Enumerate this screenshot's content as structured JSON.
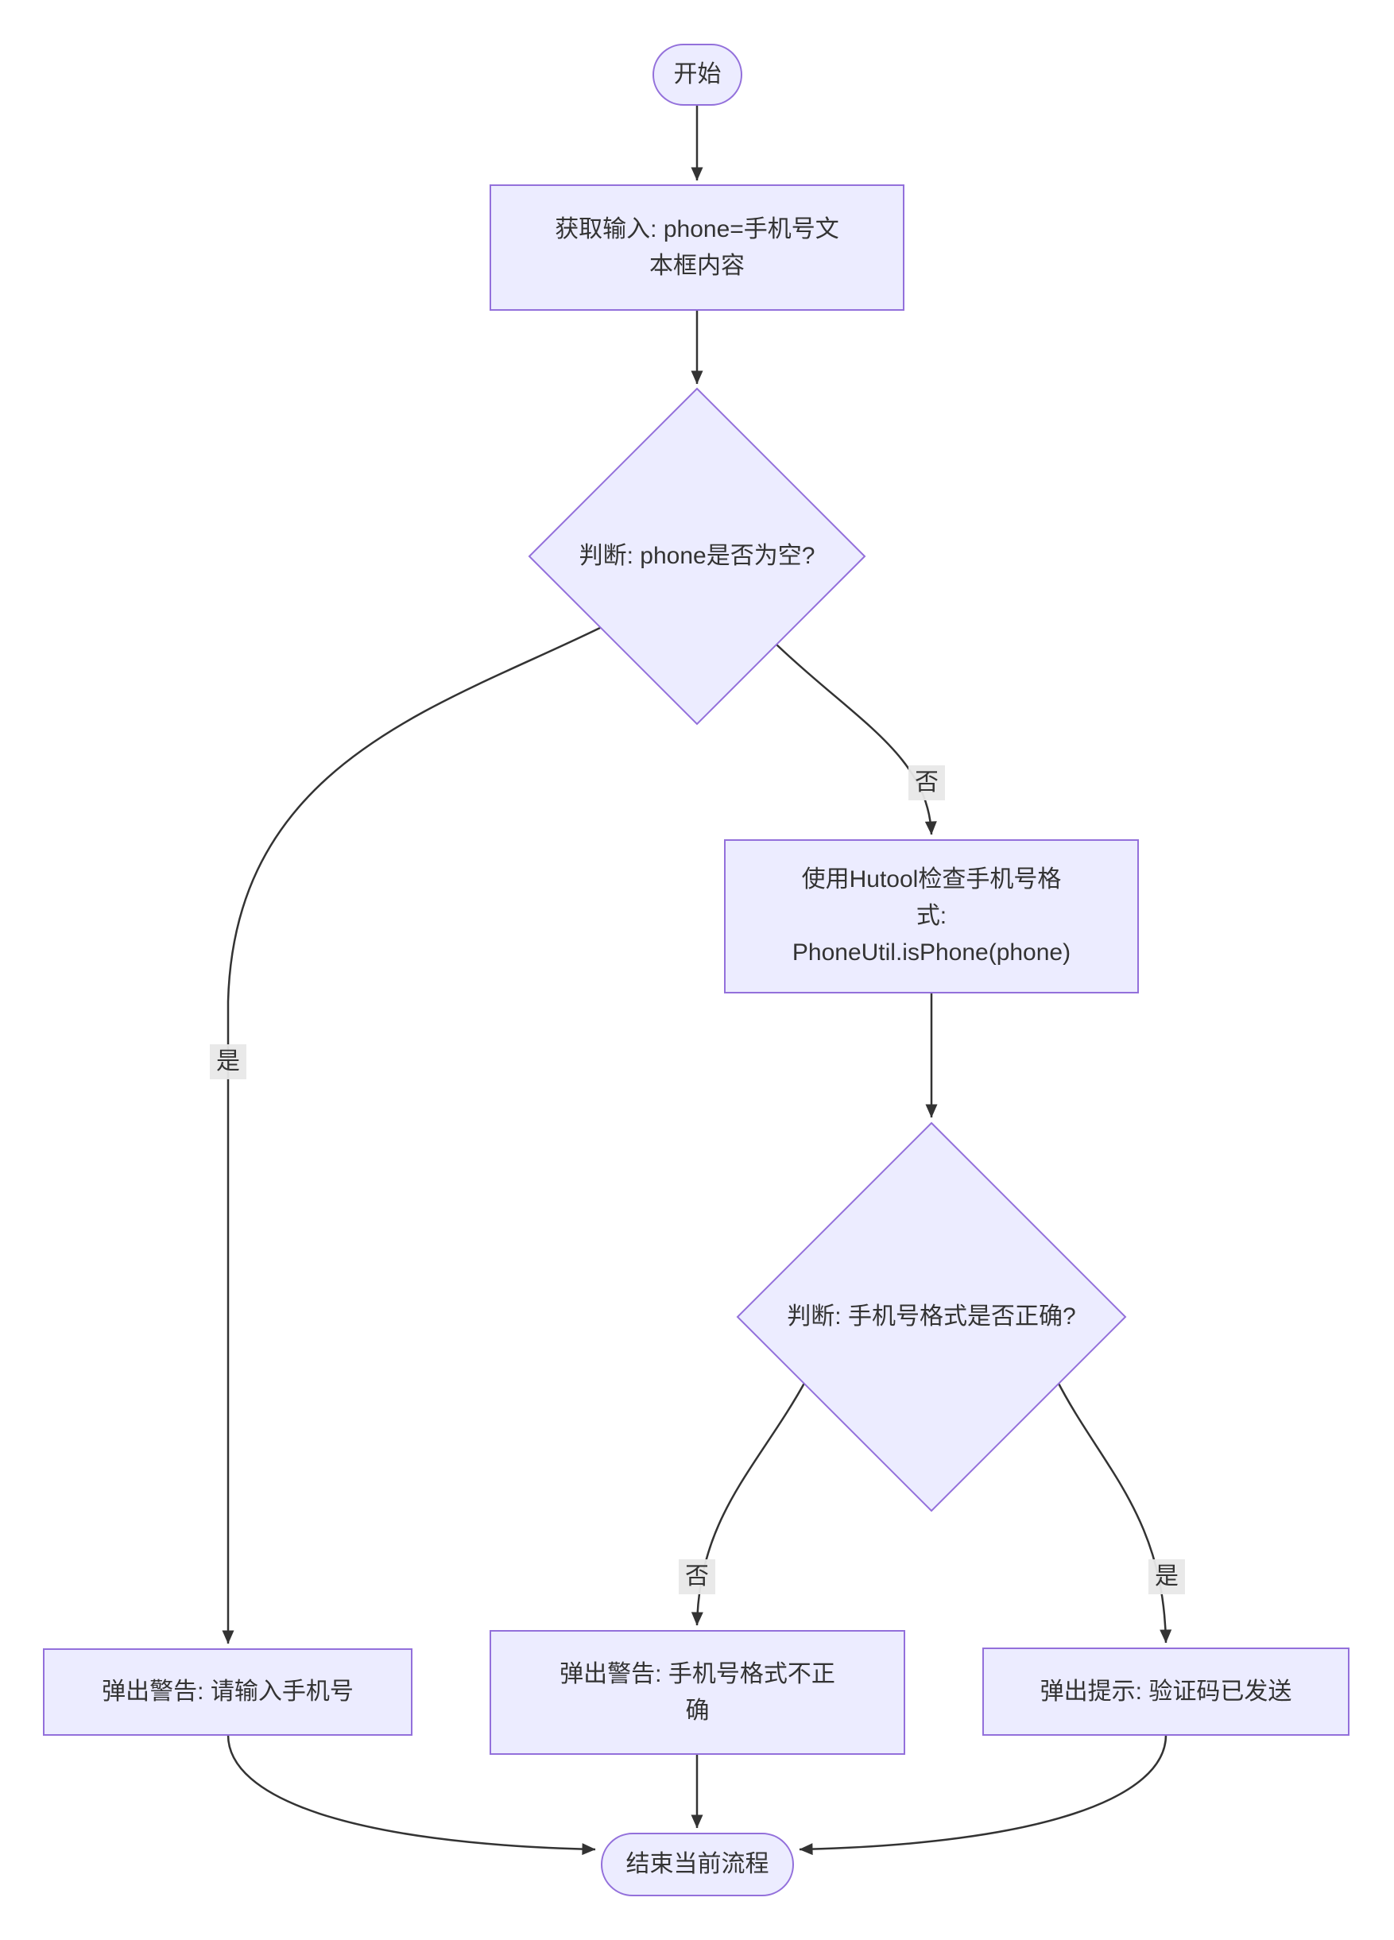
{
  "diagram": {
    "type": "flowchart",
    "direction": "top-down",
    "colors": {
      "node_fill": "#ECECFF",
      "node_border": "#9370DB",
      "edge_line": "#333333",
      "text": "#333333",
      "edge_label_bg": "#e8e8e8",
      "background": "#ffffff"
    },
    "nodes": {
      "start": {
        "shape": "stadium",
        "label": "开始"
      },
      "get_input": {
        "shape": "rect",
        "label": "获取输入: phone=手机号文\n本框内容"
      },
      "check_empty": {
        "shape": "diamond",
        "label": "判断: phone是否为空?"
      },
      "hutool_check": {
        "shape": "rect",
        "label": "使用Hutool检查手机号格\n式:\nPhoneUtil.isPhone(phone)"
      },
      "check_format": {
        "shape": "diamond",
        "label": "判断: 手机号格式是否正确?"
      },
      "alert_empty": {
        "shape": "rect",
        "label": "弹出警告: 请输入手机号"
      },
      "alert_format": {
        "shape": "rect",
        "label": "弹出警告: 手机号格式不正\n确"
      },
      "toast_sent": {
        "shape": "rect",
        "label": "弹出提示: 验证码已发送"
      },
      "end": {
        "shape": "stadium",
        "label": "结束当前流程"
      }
    },
    "edges": {
      "empty_no": {
        "from": "check_empty",
        "to": "hutool_check",
        "label": "否"
      },
      "empty_yes": {
        "from": "check_empty",
        "to": "alert_empty",
        "label": "是"
      },
      "format_no": {
        "from": "check_format",
        "to": "alert_format",
        "label": "否"
      },
      "format_yes": {
        "from": "check_format",
        "to": "toast_sent",
        "label": "是"
      }
    }
  }
}
